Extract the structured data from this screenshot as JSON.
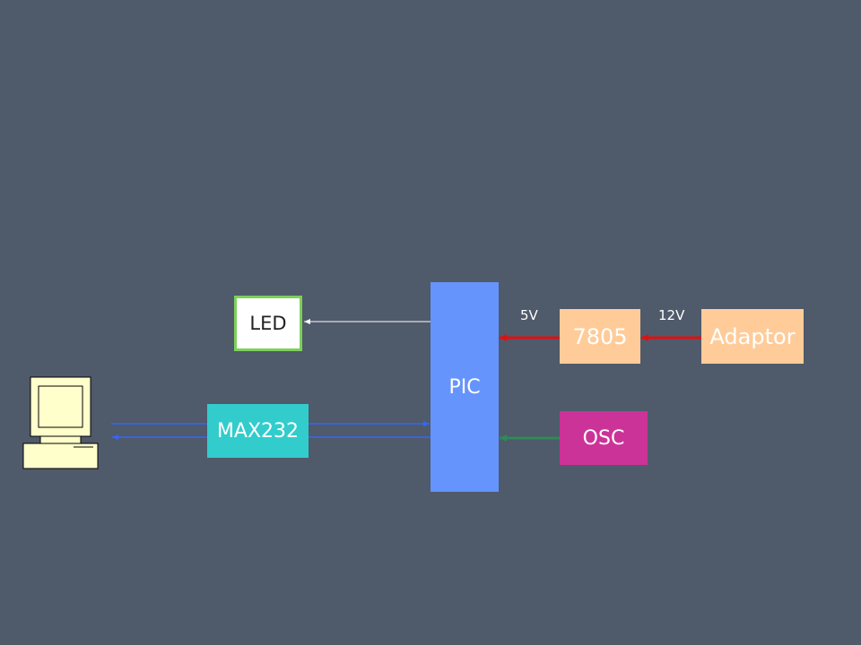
{
  "diagram": {
    "blocks": {
      "pic": {
        "label": "PIC",
        "color": "#6594fc"
      },
      "led": {
        "label": "LED",
        "color": "#ffffff",
        "border_color": "#7cd05a"
      },
      "max232": {
        "label": "MAX232",
        "color": "#33cccc"
      },
      "regulator": {
        "label": "7805",
        "color": "#ffcc99"
      },
      "adaptor": {
        "label": "Adaptor",
        "color": "#ffcc99"
      },
      "osc": {
        "label": "OSC",
        "color": "#cc3399"
      }
    },
    "voltages": {
      "pic_supply": "5V",
      "adaptor_output": "12V"
    },
    "wire_colors": {
      "power": "#e01010",
      "clock": "#2e8b57",
      "serial": "#3366ff",
      "led": "#ffffff"
    },
    "computer_icon": "desktop-computer-icon"
  }
}
